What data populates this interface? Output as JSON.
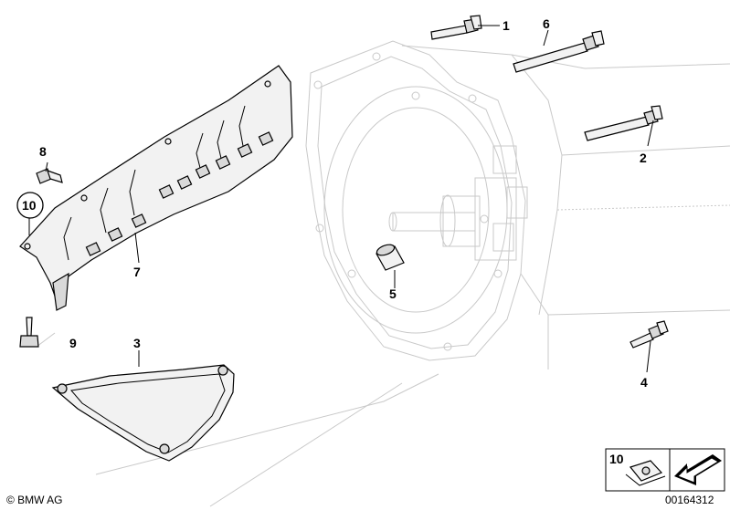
{
  "callouts": {
    "c1": "1",
    "c2": "2",
    "c3": "3",
    "c4": "4",
    "c5": "5",
    "c6": "6",
    "c7": "7",
    "c8": "8",
    "c9": "9",
    "c10": "10"
  },
  "legend_box": {
    "label": "10"
  },
  "footer": {
    "copyright": "© BMW AG",
    "diagram_number": "00164312"
  }
}
